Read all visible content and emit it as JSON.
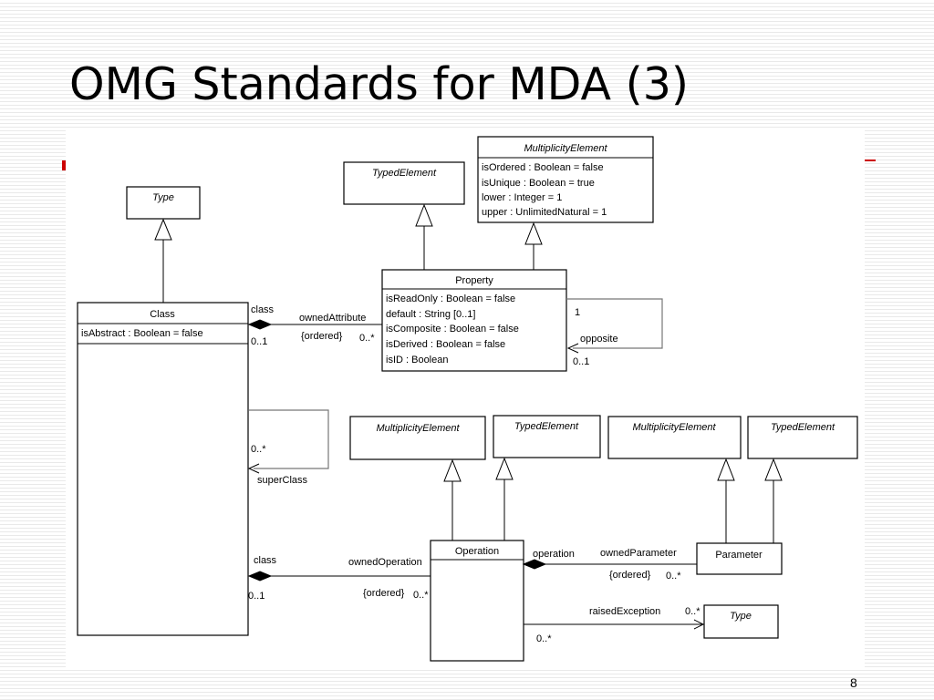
{
  "slide": {
    "title": "OMG Standards for MDA (3)",
    "page_number": "8"
  },
  "diagram": {
    "classes": {
      "type_top": "Type",
      "class_name": "Class",
      "class_attr": "isAbstract : Boolean = false",
      "typed_element_top": "TypedElement",
      "multiplicity_top": "MultiplicityElement",
      "multiplicity_attrs": [
        "isOrdered : Boolean = false",
        "isUnique : Boolean = true",
        "lower : Integer = 1",
        "upper : UnlimitedNatural = 1"
      ],
      "property_name": "Property",
      "property_attrs": [
        "isReadOnly : Boolean = false",
        "default : String [0..1]",
        "isComposite : Boolean = false",
        "isDerived : Boolean = false",
        "isID : Boolean"
      ],
      "op_multiplicity": "MultiplicityElement",
      "op_typed": "TypedElement",
      "param_multiplicity": "MultiplicityElement",
      "param_typed": "TypedElement",
      "operation_name": "Operation",
      "parameter_name": "Parameter",
      "type_bottom": "Type"
    },
    "labels": {
      "class_role_1": "class",
      "class_mult_1": "0..1",
      "owned_attribute": "ownedAttribute",
      "ordered_1": "{ordered}",
      "attr_mult": "0..*",
      "opposite_one": "1",
      "opposite": "opposite",
      "opposite_mult": "0..1",
      "super_mult": "0..*",
      "super_class": "superClass",
      "class_role_2": "class",
      "class_mult_2": "0..1",
      "owned_operation": "ownedOperation",
      "ordered_2": "{ordered}",
      "op_mult": "0..*",
      "operation_role": "operation",
      "owned_parameter": "ownedParameter",
      "ordered_3": "{ordered}",
      "param_mult": "0..*",
      "raised_exception": "raisedException",
      "raised_mult_1": "0..*",
      "raised_mult_2": "0..*"
    }
  }
}
